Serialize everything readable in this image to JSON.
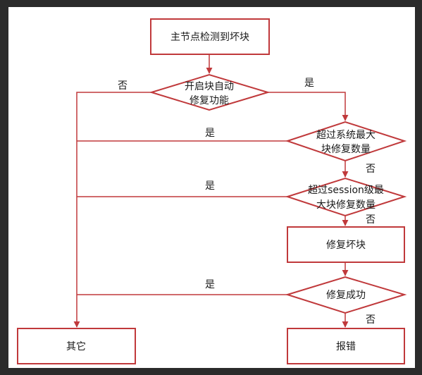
{
  "colors": {
    "stroke": "#c0393b",
    "background": "#ffffff",
    "frame": "#2b2b2b",
    "text": "#1a1a1a"
  },
  "nodes": {
    "start": {
      "text": "主节点检测到坏块"
    },
    "decision_auto": {
      "line1": "开启块自动",
      "line2": "修复功能"
    },
    "decision_system": {
      "line1": "超过系统最大",
      "line2": "块修复数量"
    },
    "decision_session": {
      "line1": "超过session级最",
      "line2": "大块修复数量"
    },
    "repair": {
      "text": "修复坏块"
    },
    "decision_success": {
      "text": "修复成功"
    },
    "other": {
      "text": "其它"
    },
    "error": {
      "text": "报错"
    }
  },
  "edges": {
    "auto_no": "否",
    "auto_yes": "是",
    "system_yes": "是",
    "system_no": "否",
    "session_yes": "是",
    "session_no": "否",
    "success_yes": "是",
    "success_no": "否"
  }
}
